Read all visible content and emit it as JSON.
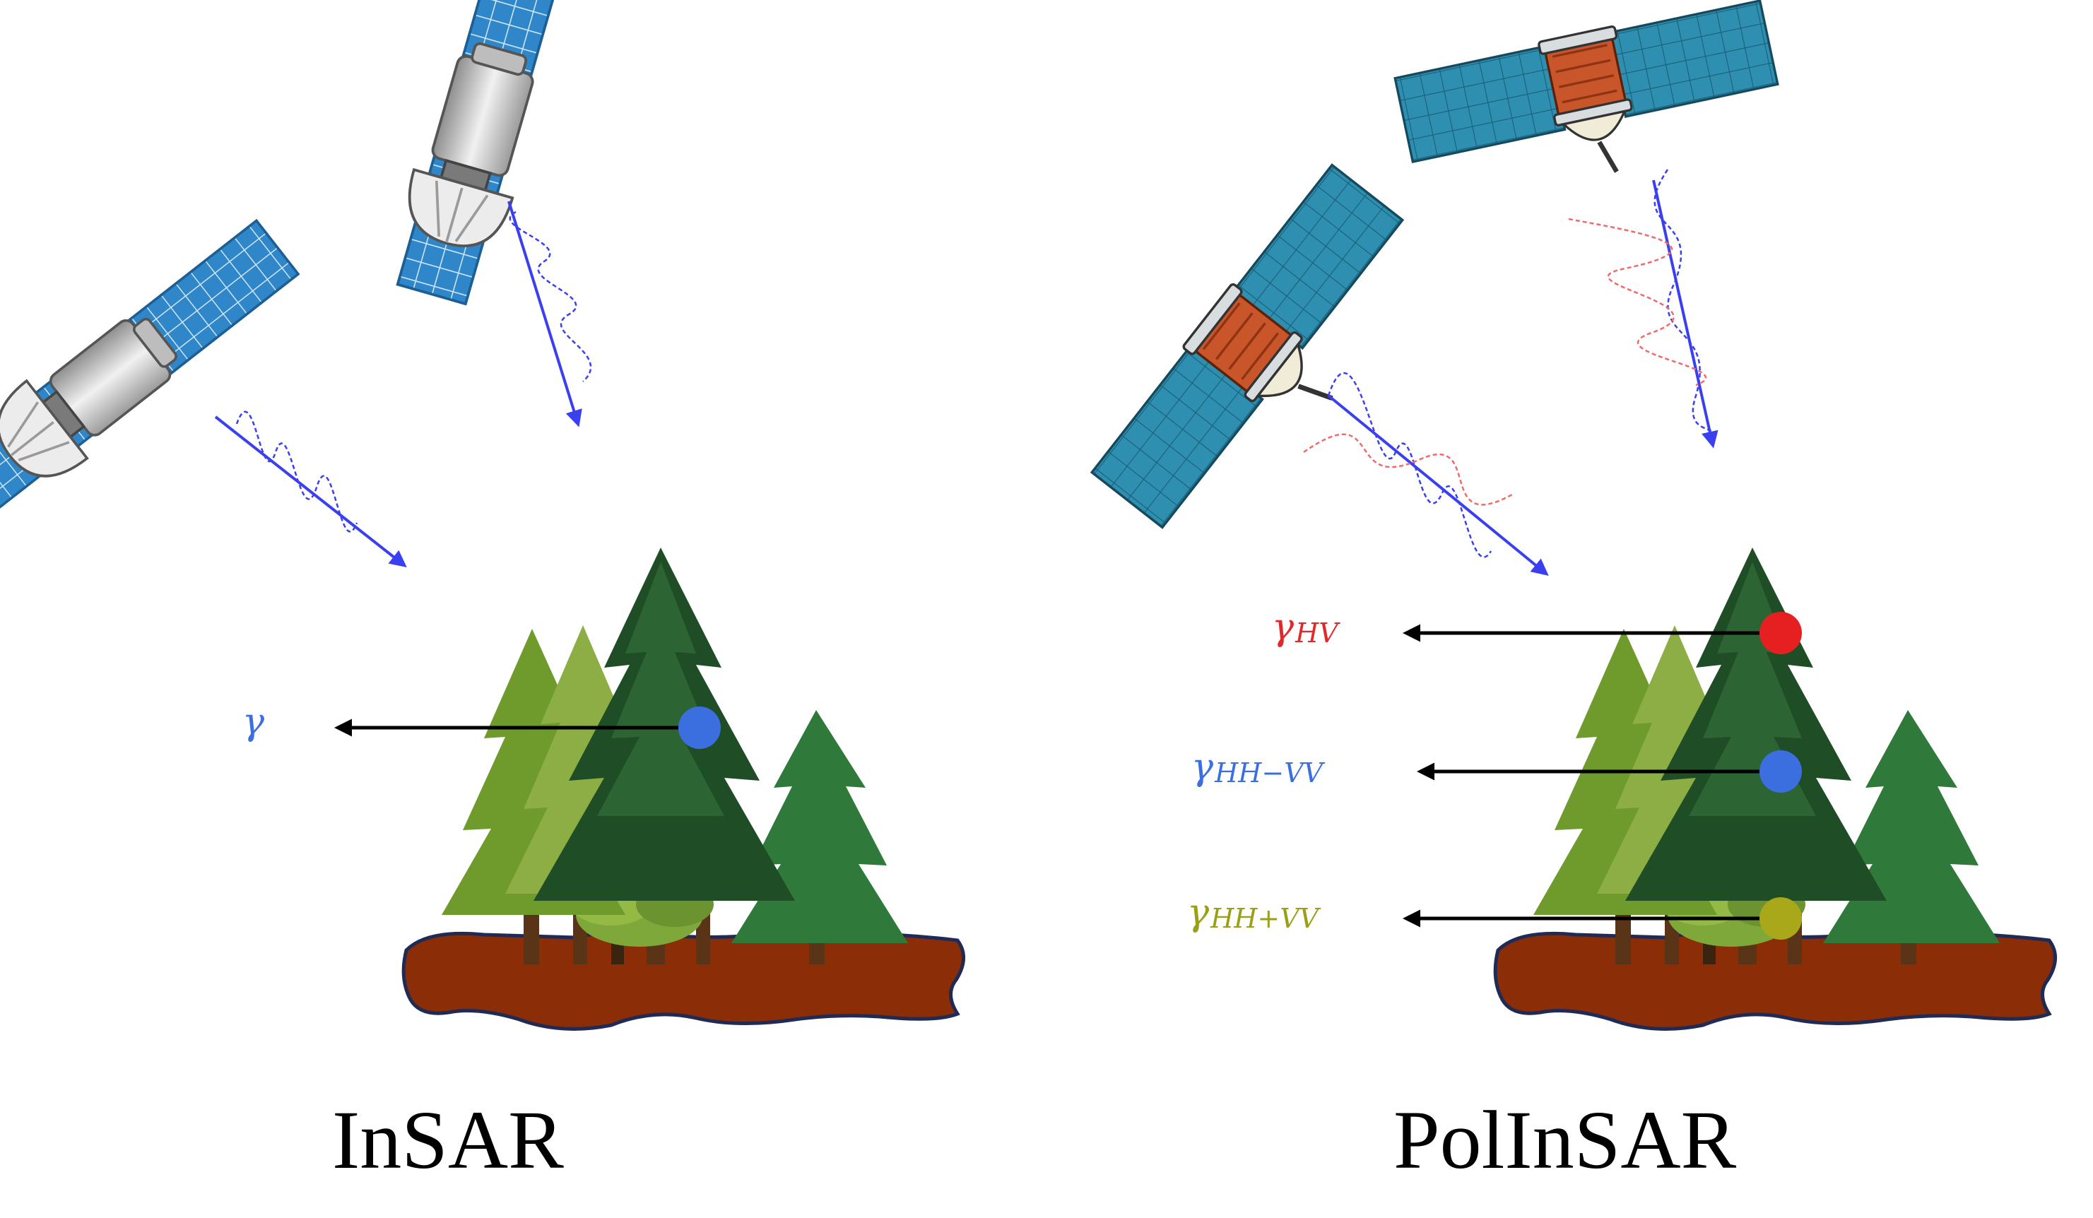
{
  "captions": {
    "left": "InSAR",
    "right": "PolInSAR"
  },
  "coherence_labels": {
    "insar": {
      "symbol": "γ",
      "subscript": "",
      "color": "#3b6fe0"
    },
    "hv": {
      "symbol": "γ",
      "subscript": "HV",
      "color": "#e02a2a"
    },
    "hh_minus_vv": {
      "symbol": "γ",
      "subscript": "HH−VV",
      "color": "#3b6fe0"
    },
    "hh_plus_vv": {
      "symbol": "γ",
      "subscript": "HH+VV",
      "color": "#9aa016"
    }
  },
  "colors": {
    "wave_blue": "#3a3ff0",
    "wave_red": "#f06a6a",
    "solar_blue": "#2f86c9",
    "solar_teal": "#2e8fb0",
    "ground": "#8b2e07",
    "tree_dark": "#1f4d26",
    "tree_light": "#6f9a2c",
    "trunk": "#5a3417"
  },
  "icons": [
    "satellite-icon",
    "polarized-wave-icon",
    "forest-icon",
    "scatter-point-icon"
  ]
}
